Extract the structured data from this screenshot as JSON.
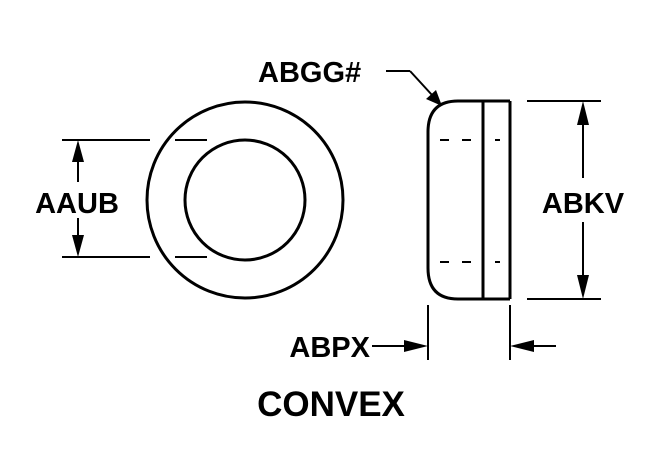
{
  "labels": {
    "aaub": "AAUB",
    "abgg": "ABGG#",
    "abkv": "ABKV",
    "abpx": "ABPX",
    "caption": "CONVEX"
  },
  "colors": {
    "ink": "#000000",
    "paper": "#ffffff"
  }
}
